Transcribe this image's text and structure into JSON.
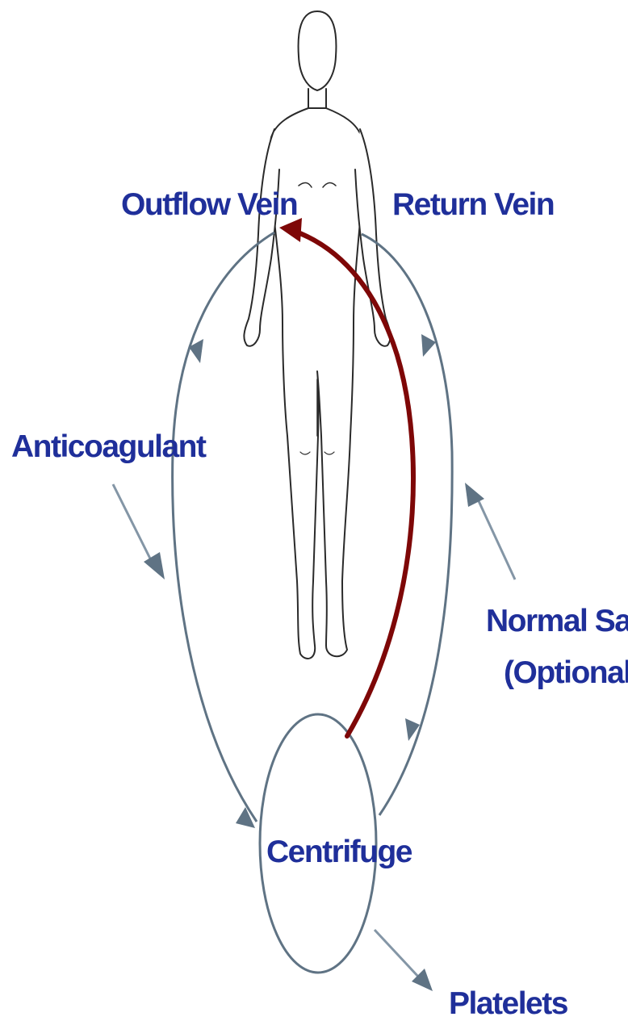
{
  "colors": {
    "label": "#1f2f9a",
    "flow": "#5f7384",
    "flow_light": "#8496a6",
    "return_path": "#7e0707",
    "body_outline": "#2a2a2a",
    "body_fill": "#ffffff"
  },
  "labels": {
    "outflow_vein": "Outflow Vein",
    "return_vein": "Return Vein",
    "anticoagulant": "Anticoagulant",
    "normal_saline_line1": "Normal Saline",
    "normal_saline_line2": "(Optional)",
    "centrifuge": "Centrifuge",
    "platelets": "Platelets"
  },
  "icons": {
    "figure": "human-figure-icon"
  }
}
